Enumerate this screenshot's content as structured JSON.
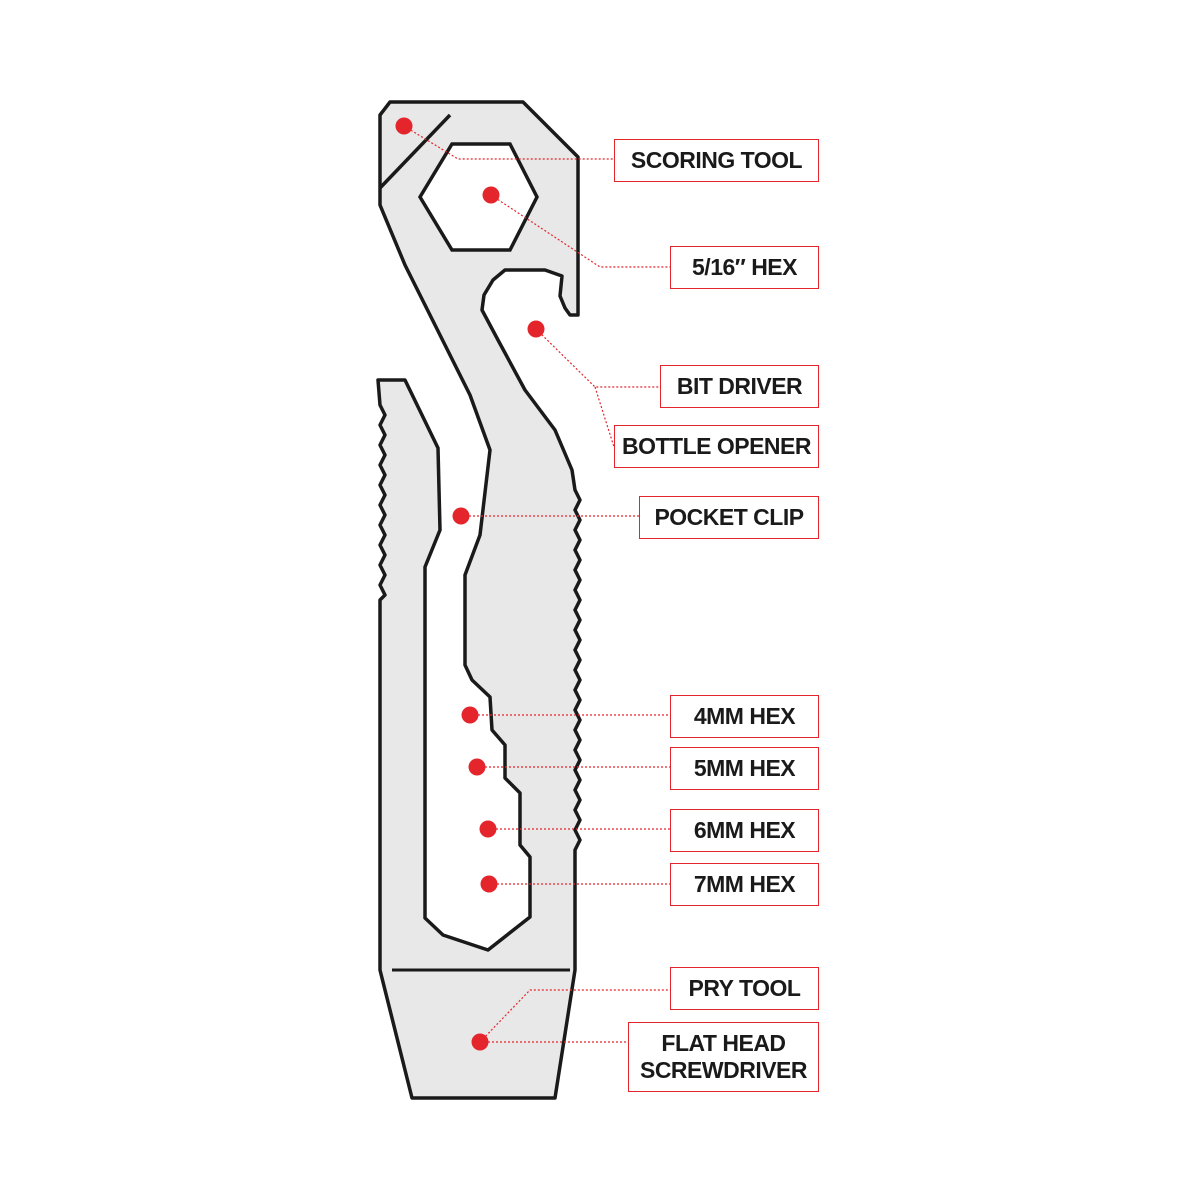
{
  "colors": {
    "accent": "#e4262c",
    "tool_fill": "#e8e8e8",
    "tool_outline": "#1a1a1a",
    "label_text": "#1a1a1a"
  },
  "callouts": [
    {
      "label": "SCORING TOOL"
    },
    {
      "label": "5/16″ HEX"
    },
    {
      "label": "BIT DRIVER"
    },
    {
      "label": "BOTTLE OPENER"
    },
    {
      "label": "POCKET CLIP"
    },
    {
      "label": "4MM HEX"
    },
    {
      "label": "5MM HEX"
    },
    {
      "label": "6MM HEX"
    },
    {
      "label": "7MM HEX"
    },
    {
      "label": "PRY TOOL"
    },
    {
      "label": "FLAT HEAD\nSCREWDRIVER"
    }
  ]
}
